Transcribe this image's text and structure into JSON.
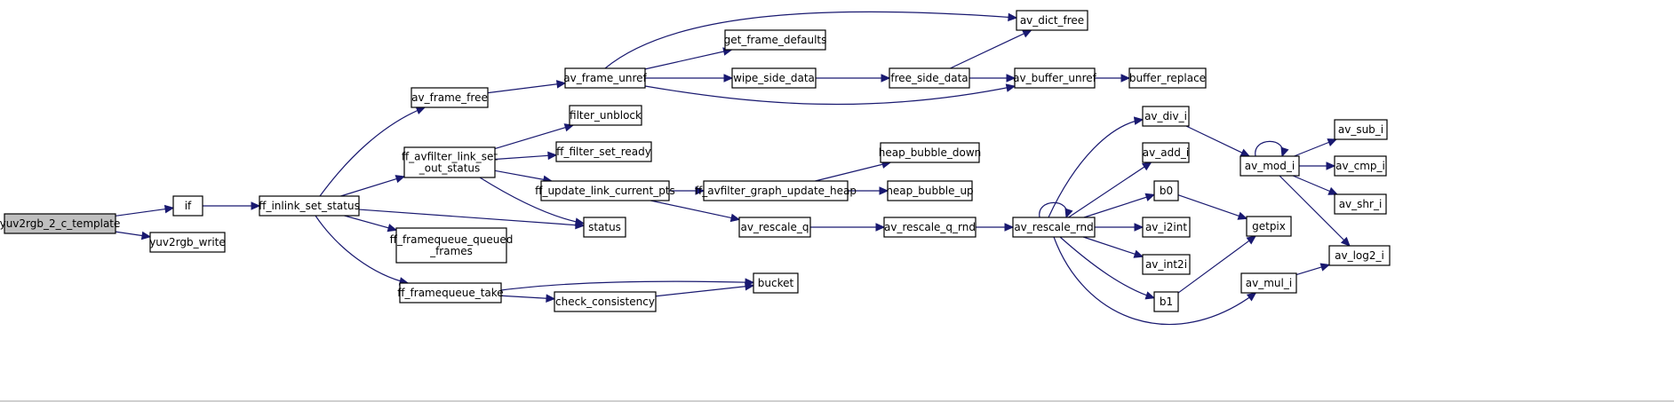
{
  "nodes": {
    "yuv2rgb_2_c_template": "yuv2rgb_2_c_template",
    "if": "if",
    "yuv2rgb_write": "yuv2rgb_write",
    "ff_inlink_set_status": "ff_inlink_set_status",
    "av_frame_free": "av_frame_free",
    "ff_avfilter_link_set_out_status": [
      "ff_avfilter_link_set",
      "_out_status"
    ],
    "status": "status",
    "ff_framequeue_queued_frames": [
      "ff_framequeue_queued",
      "_frames"
    ],
    "ff_framequeue_take": "ff_framequeue_take",
    "av_frame_unref": "av_frame_unref",
    "filter_unblock": "filter_unblock",
    "ff_filter_set_ready": "ff_filter_set_ready",
    "ff_update_link_current_pts": "ff_update_link_current_pts",
    "check_consistency": "check_consistency",
    "bucket": "bucket",
    "av_dict_free": "av_dict_free",
    "get_frame_defaults": "get_frame_defaults",
    "wipe_side_data": "wipe_side_data",
    "free_side_data": "free_side_data",
    "av_buffer_unref": "av_buffer_unref",
    "buffer_replace": "buffer_replace",
    "ff_avfilter_graph_update_heap": "ff_avfilter_graph_update_heap",
    "heap_bubble_down": "heap_bubble_down",
    "heap_bubble_up": "heap_bubble_up",
    "av_rescale_q": "av_rescale_q",
    "av_rescale_q_rnd": "av_rescale_q_rnd",
    "av_rescale_rnd": "av_rescale_rnd",
    "av_div_i": "av_div_i",
    "av_add_i": "av_add_i",
    "b0": "b0",
    "av_i2int": "av_i2int",
    "av_int2i": "av_int2i",
    "b1": "b1",
    "getpix": "getpix",
    "av_mul_i": "av_mul_i",
    "av_mod_i": "av_mod_i",
    "av_sub_i": "av_sub_i",
    "av_cmp_i": "av_cmp_i",
    "av_shr_i": "av_shr_i",
    "av_log2_i": "av_log2_i"
  },
  "edges": [
    [
      "yuv2rgb_2_c_template",
      "if"
    ],
    [
      "yuv2rgb_2_c_template",
      "yuv2rgb_write"
    ],
    [
      "if",
      "ff_inlink_set_status"
    ],
    [
      "ff_inlink_set_status",
      "av_frame_free"
    ],
    [
      "ff_inlink_set_status",
      "ff_avfilter_link_set_out_status"
    ],
    [
      "ff_inlink_set_status",
      "status"
    ],
    [
      "ff_inlink_set_status",
      "ff_framequeue_queued_frames"
    ],
    [
      "ff_inlink_set_status",
      "ff_framequeue_take"
    ],
    [
      "av_frame_free",
      "av_frame_unref"
    ],
    [
      "av_frame_unref",
      "av_dict_free"
    ],
    [
      "av_frame_unref",
      "get_frame_defaults"
    ],
    [
      "av_frame_unref",
      "wipe_side_data"
    ],
    [
      "av_frame_unref",
      "av_buffer_unref"
    ],
    [
      "wipe_side_data",
      "free_side_data"
    ],
    [
      "free_side_data",
      "av_dict_free"
    ],
    [
      "free_side_data",
      "av_buffer_unref"
    ],
    [
      "av_buffer_unref",
      "buffer_replace"
    ],
    [
      "ff_avfilter_link_set_out_status",
      "filter_unblock"
    ],
    [
      "ff_avfilter_link_set_out_status",
      "ff_filter_set_ready"
    ],
    [
      "ff_avfilter_link_set_out_status",
      "ff_update_link_current_pts"
    ],
    [
      "ff_avfilter_link_set_out_status",
      "status"
    ],
    [
      "ff_update_link_current_pts",
      "ff_avfilter_graph_update_heap"
    ],
    [
      "ff_update_link_current_pts",
      "av_rescale_q"
    ],
    [
      "ff_avfilter_graph_update_heap",
      "heap_bubble_down"
    ],
    [
      "ff_avfilter_graph_update_heap",
      "heap_bubble_up"
    ],
    [
      "av_rescale_q",
      "av_rescale_q_rnd"
    ],
    [
      "av_rescale_q_rnd",
      "av_rescale_rnd"
    ],
    [
      "av_rescale_rnd",
      "av_rescale_rnd"
    ],
    [
      "av_rescale_rnd",
      "av_div_i"
    ],
    [
      "av_rescale_rnd",
      "av_add_i"
    ],
    [
      "av_rescale_rnd",
      "b0"
    ],
    [
      "av_rescale_rnd",
      "av_i2int"
    ],
    [
      "av_rescale_rnd",
      "av_int2i"
    ],
    [
      "av_rescale_rnd",
      "b1"
    ],
    [
      "av_rescale_rnd",
      "av_mul_i"
    ],
    [
      "av_div_i",
      "av_mod_i"
    ],
    [
      "av_mod_i",
      "av_mod_i"
    ],
    [
      "av_mod_i",
      "av_sub_i"
    ],
    [
      "av_mod_i",
      "av_cmp_i"
    ],
    [
      "av_mod_i",
      "av_shr_i"
    ],
    [
      "av_mod_i",
      "av_log2_i"
    ],
    [
      "av_mul_i",
      "av_log2_i"
    ],
    [
      "b0",
      "getpix"
    ],
    [
      "b1",
      "getpix"
    ],
    [
      "ff_framequeue_take",
      "bucket"
    ],
    [
      "ff_framequeue_take",
      "check_consistency"
    ],
    [
      "check_consistency",
      "bucket"
    ]
  ],
  "colors": {
    "edge": "#191970",
    "root_fill": "#bfbfbf",
    "node_fill": "#ffffff",
    "node_border": "#000000"
  }
}
